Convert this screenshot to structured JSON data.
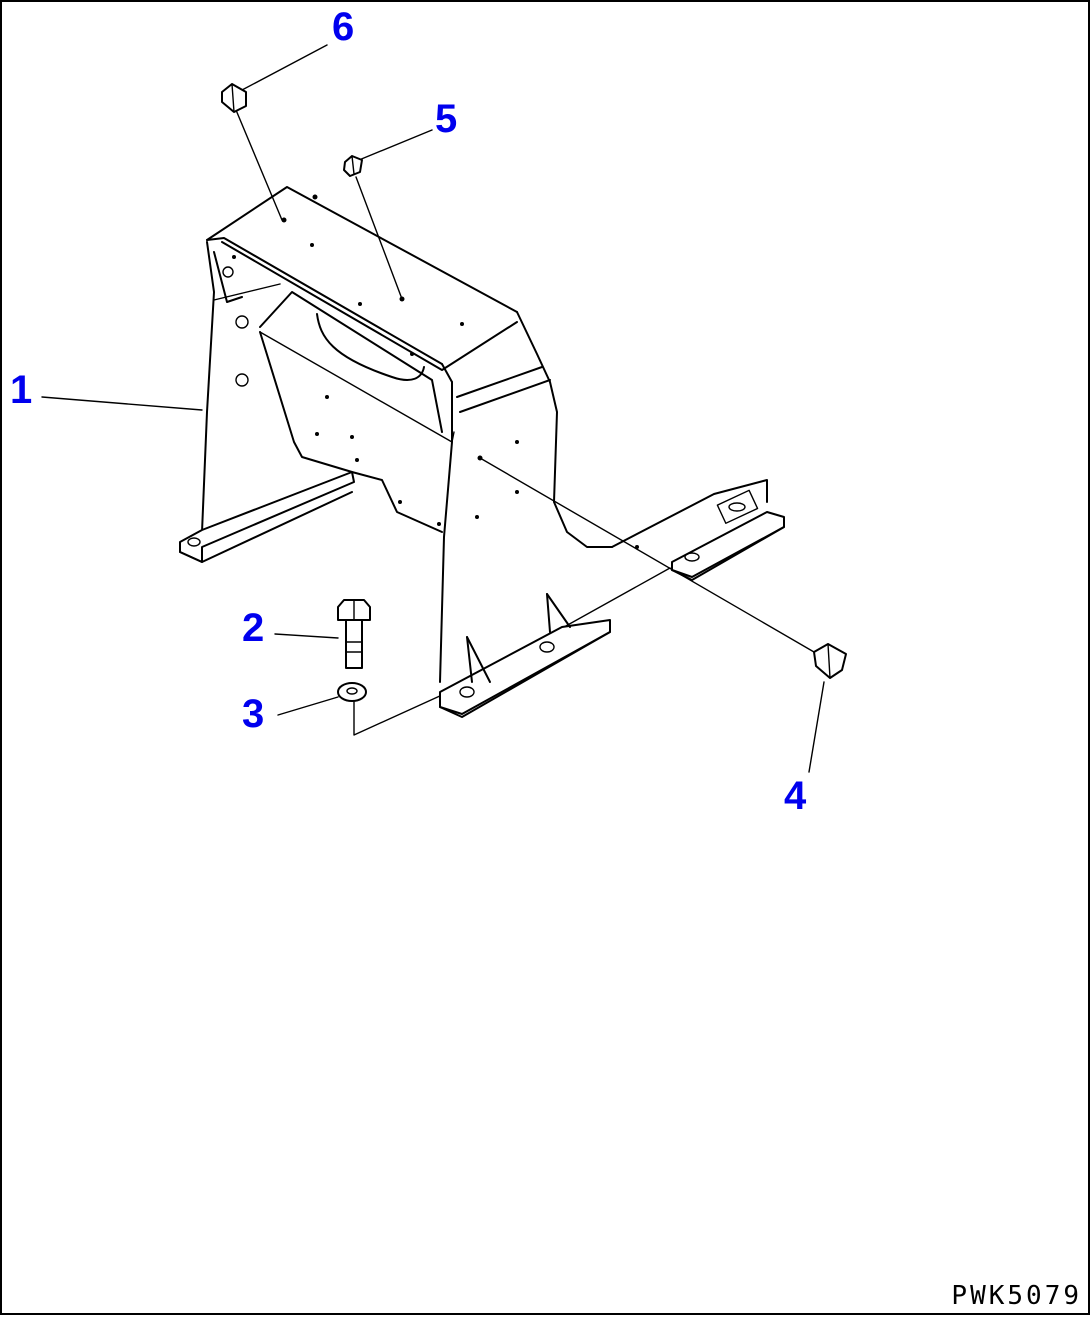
{
  "diagram": {
    "callouts": [
      {
        "id": "1",
        "label": "1"
      },
      {
        "id": "2",
        "label": "2"
      },
      {
        "id": "3",
        "label": "3"
      },
      {
        "id": "4",
        "label": "4"
      },
      {
        "id": "5",
        "label": "5"
      },
      {
        "id": "6",
        "label": "6"
      }
    ],
    "drawing_code": "PWK5079",
    "colors": {
      "callout": "#0000ee",
      "line": "#000000",
      "background": "#ffffff"
    }
  }
}
